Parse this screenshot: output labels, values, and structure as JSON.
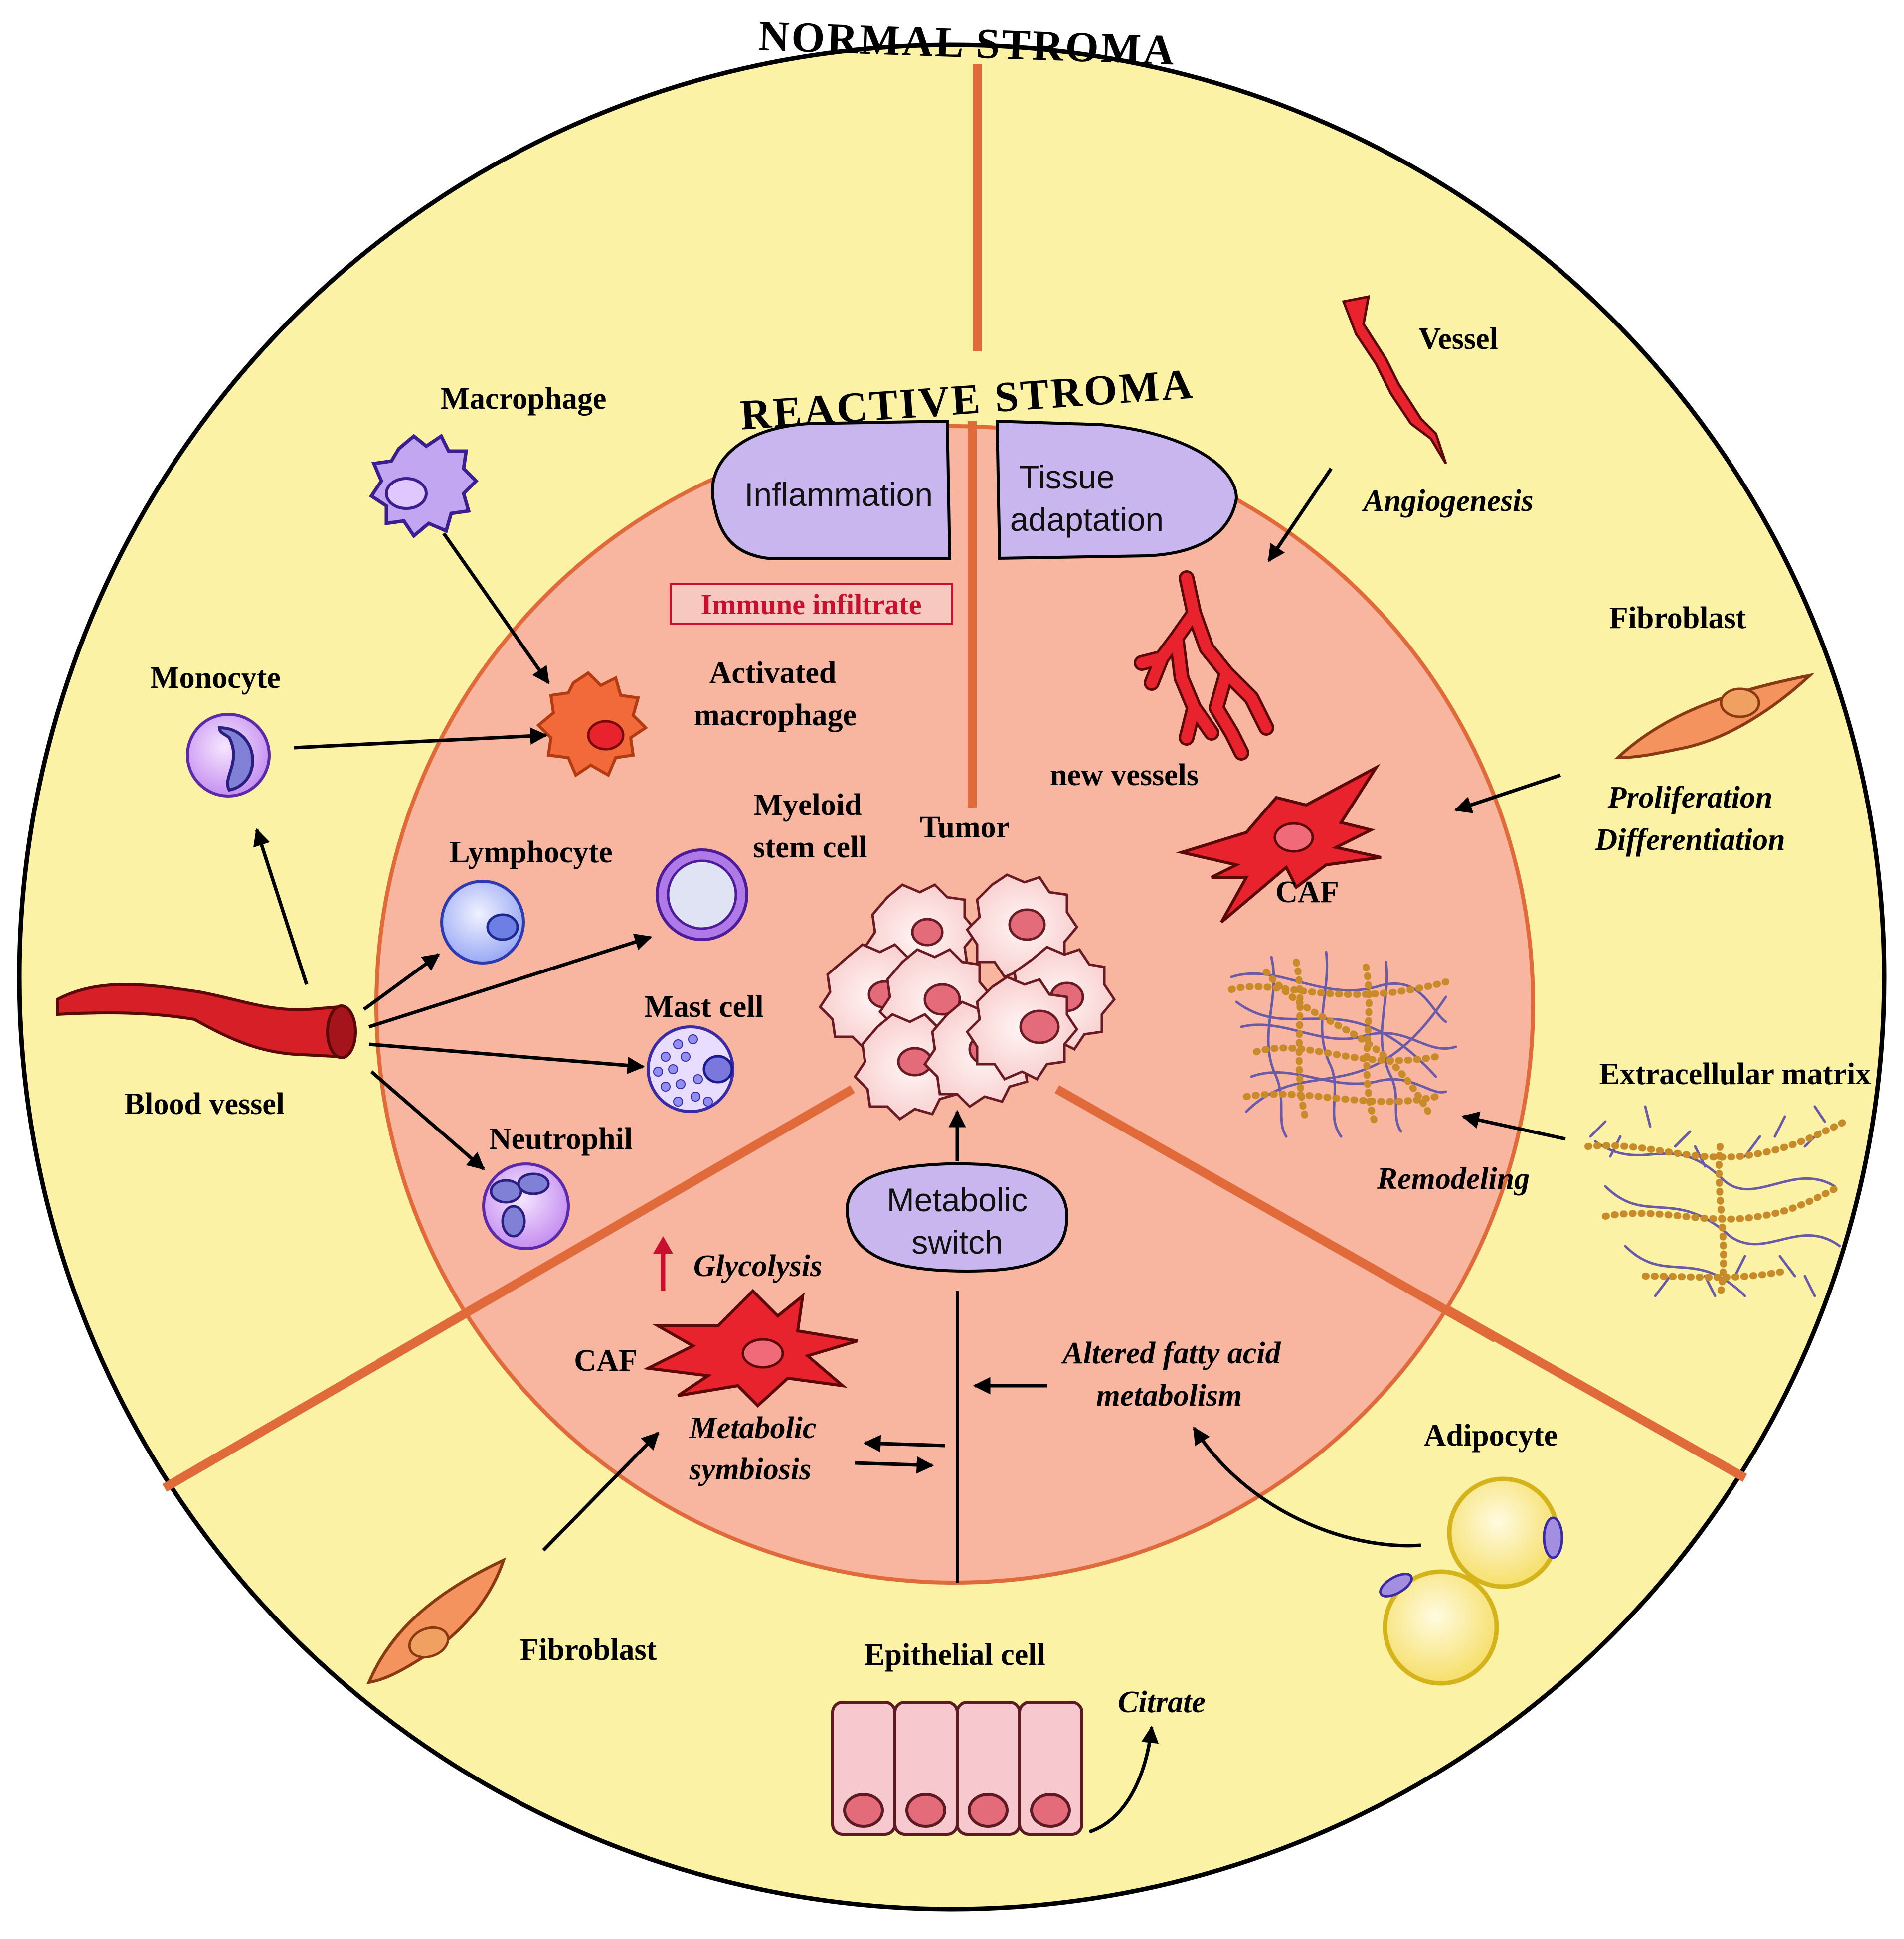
{
  "title_outer": "NORMAL STROMA",
  "title_inner": "REACTIVE STROMA",
  "pills": {
    "inflammation": "Inflammation",
    "tissue_adaptation_line1": "Tissue",
    "tissue_adaptation_line2": "adaptation",
    "metabolic_switch_line1": "Metabolic",
    "metabolic_switch_line2": "switch"
  },
  "immune_infiltrate": "Immune infiltrate",
  "labels": {
    "macrophage": "Macrophage",
    "monocyte": "Monocyte",
    "activated_macrophage_line1": "Activated",
    "activated_macrophage_line2": "macrophage",
    "myeloid_line1": "Myeloid",
    "myeloid_line2": "stem cell",
    "lymphocyte": "Lymphocyte",
    "mast_cell": "Mast cell",
    "neutrophil": "Neutrophil",
    "blood_vessel": "Blood vessel",
    "tumor": "Tumor",
    "vessel": "Vessel",
    "angiogenesis": "Angiogenesis",
    "new_vessels": "new vessels",
    "fibroblast_right": "Fibroblast",
    "proliferation": "Proliferation",
    "differentiation": "Differentiation",
    "caf_right": "CAF",
    "extracellular_matrix": "Extracellular matrix",
    "remodeling": "Remodeling",
    "glycolysis": "Glycolysis",
    "caf_left": "CAF",
    "metabolic_symbiosis_line1": "Metabolic",
    "metabolic_symbiosis_line2": "symbiosis",
    "altered_fatty_line1": "Altered fatty acid",
    "altered_fatty_line2": "metabolism",
    "adipocyte": "Adipocyte",
    "fibroblast_bottom": "Fibroblast",
    "epithelial_cell": "Epithelial cell",
    "citrate": "Citrate"
  },
  "colors": {
    "outer_fill": "#fbf2a6",
    "inner_fill": "#f8b5a0",
    "divider": "#e06a3a",
    "pill_fill": "#c9b6ee",
    "red_cell": "#e8232e",
    "immune_box_fill": "#f7c8c0",
    "immune_text": "#c8102e"
  }
}
